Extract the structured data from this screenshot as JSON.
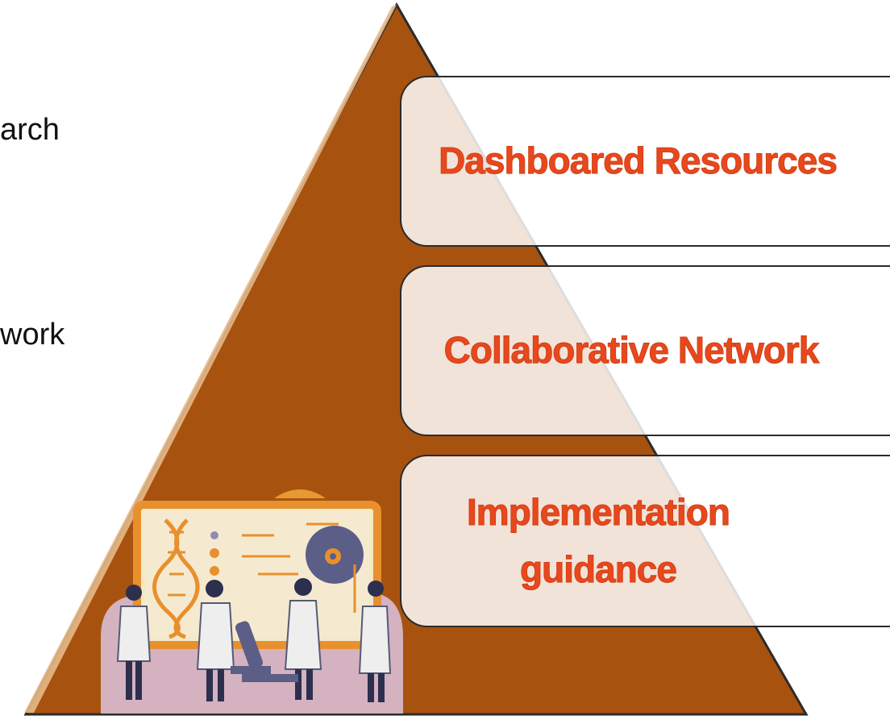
{
  "side_labels": [
    "arch",
    "work"
  ],
  "tiers": [
    {
      "label": "Dashboared Resources"
    },
    {
      "label": "Collaborative Network"
    },
    {
      "label": "Implementation guidance"
    }
  ],
  "colors": {
    "pyramid": "#a85210",
    "tier_text": "#e8481d",
    "card_border": "#2a2a2a"
  },
  "illustration": "scientists-in-lab-illustration"
}
